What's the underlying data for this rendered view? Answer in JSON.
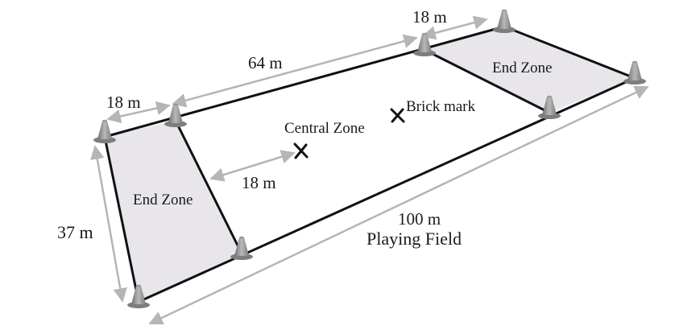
{
  "labels": {
    "end_zone_left": "End Zone",
    "end_zone_right": "End Zone",
    "central_zone": "Central Zone",
    "brick_mark": "Brick mark",
    "dim_18_top_left": "18 m",
    "dim_64": "64 m",
    "dim_18_top_right": "18 m",
    "dim_18_brick": "18 m",
    "dim_37": "37 m",
    "dim_100": "100 m",
    "playing_field": "Playing Field"
  },
  "colors": {
    "end_zone_fill": "#e8e6ea",
    "outline": "#111111",
    "dimension_arrow": "#b5b5b5",
    "cone": "#8a8a8a"
  }
}
